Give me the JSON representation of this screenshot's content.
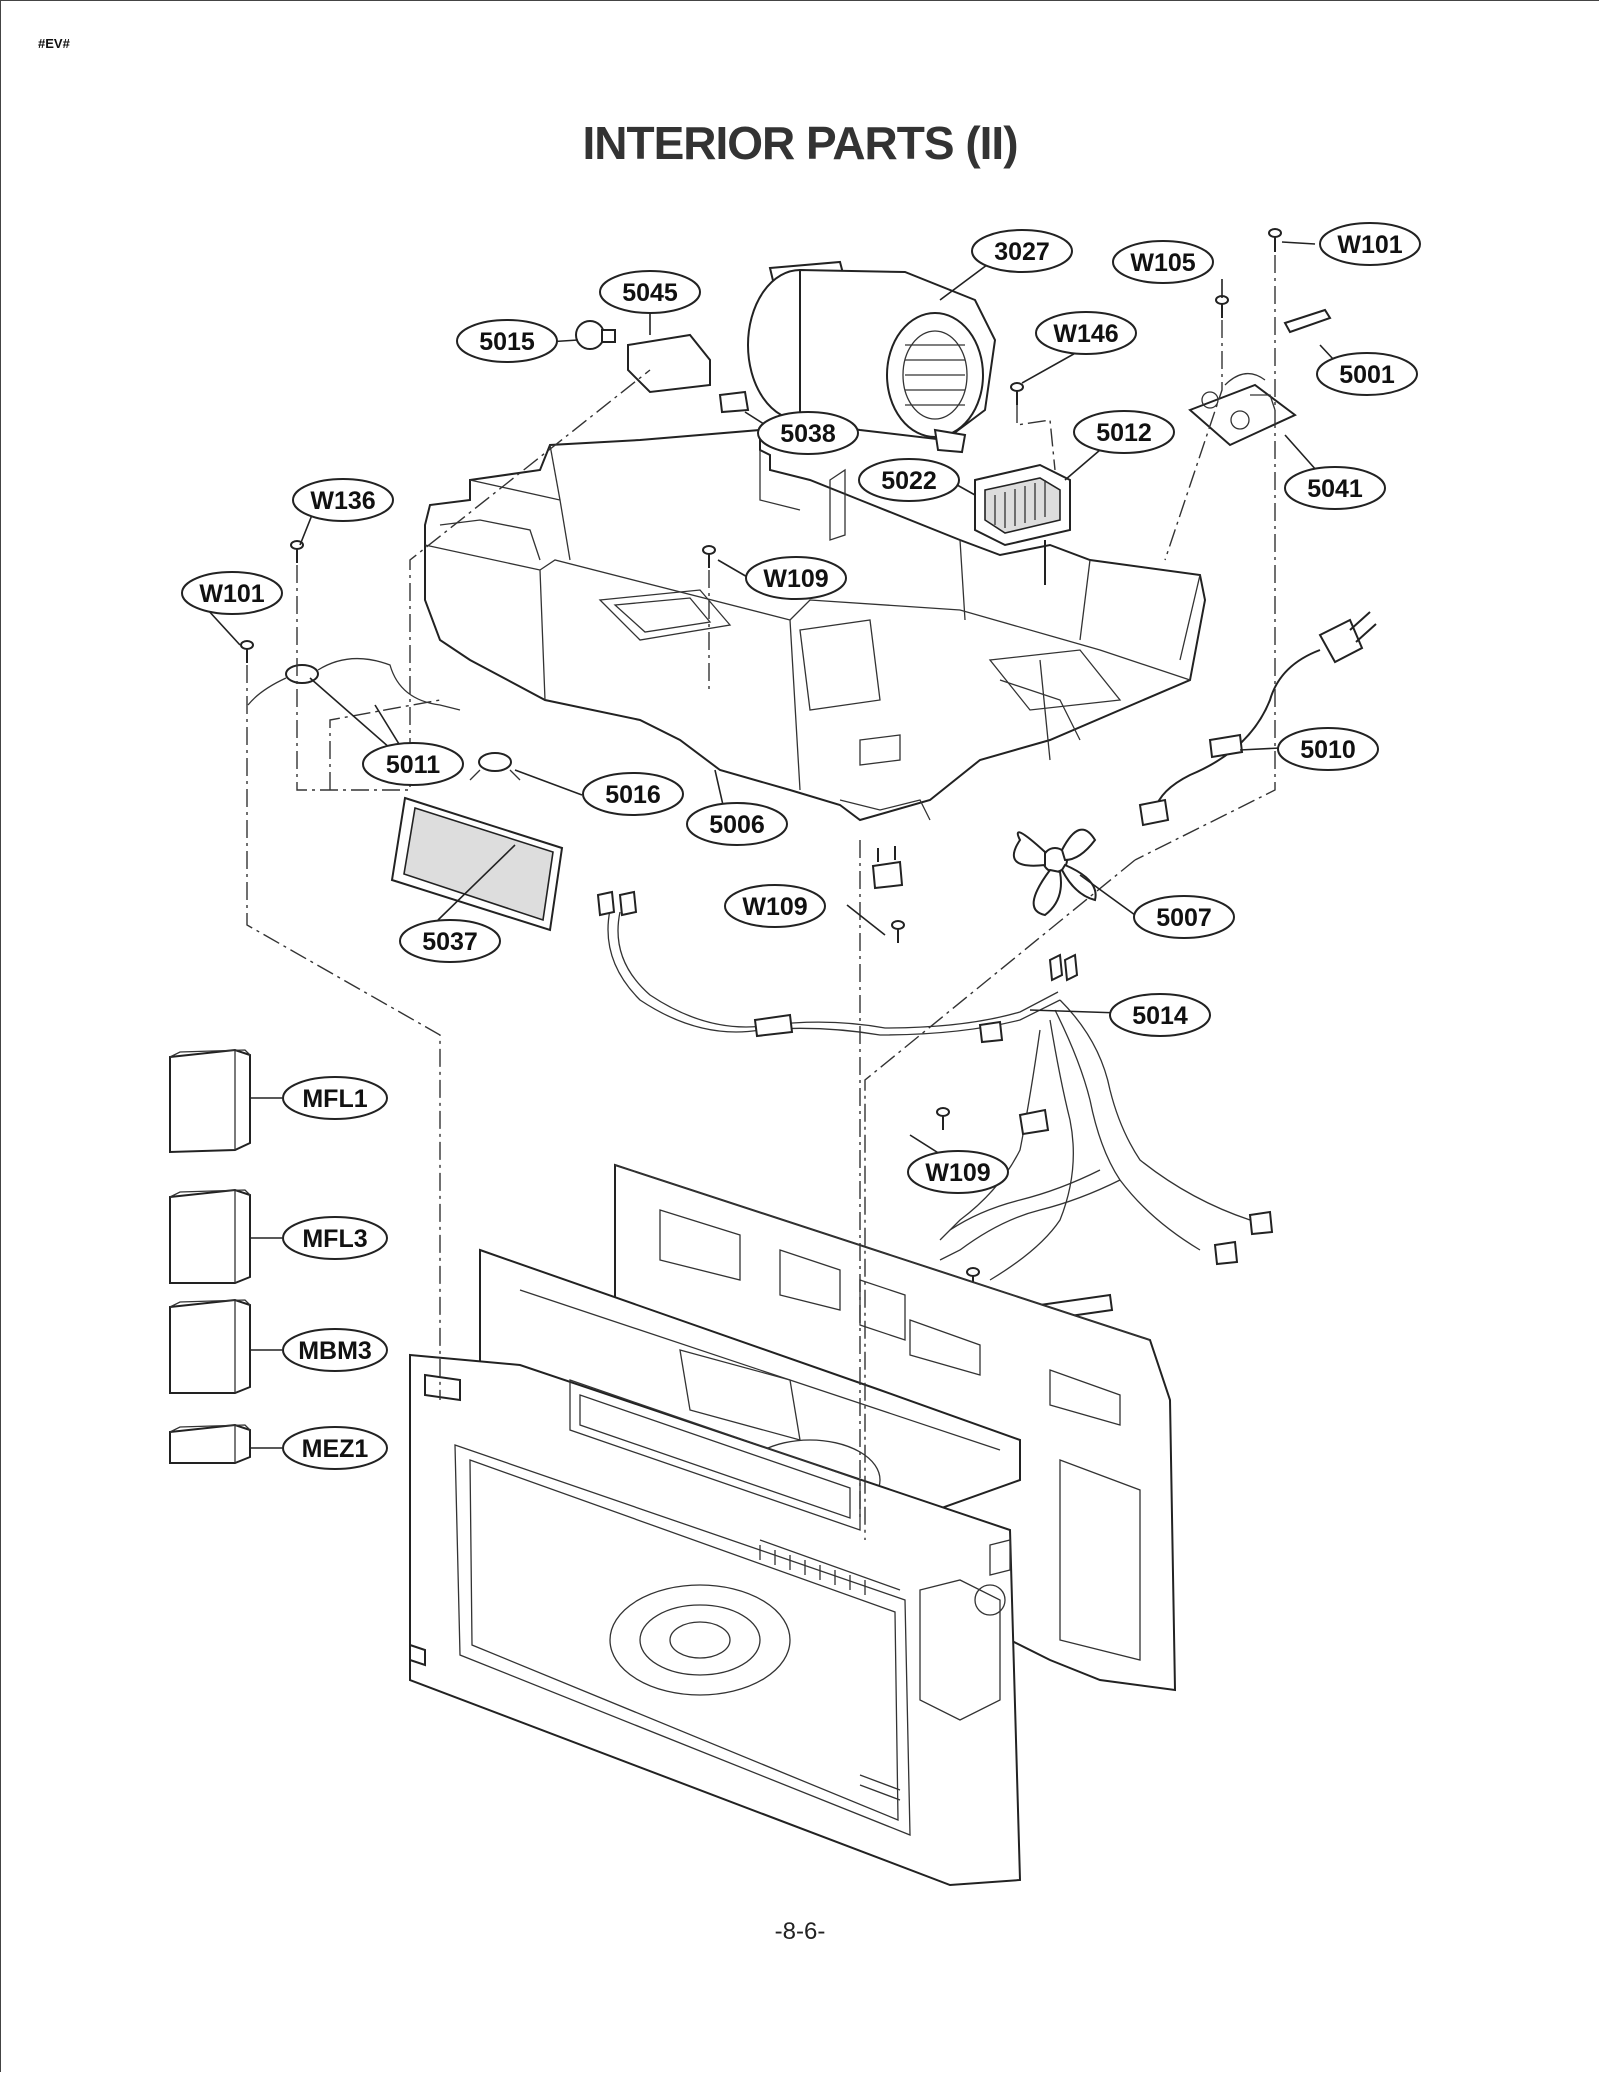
{
  "header": {
    "tag": "#EV#"
  },
  "title": "INTERIOR PARTS (II)",
  "footer": {
    "page": "-8-6-"
  },
  "callouts": {
    "c3027": "3027",
    "c5045": "5045",
    "c5015": "5015",
    "cW105": "W105",
    "cW101_top": "W101",
    "cW146": "W146",
    "c5001": "5001",
    "c5038": "5038",
    "c5012": "5012",
    "c5022": "5022",
    "c5041": "5041",
    "cW136": "W136",
    "cW109_a": "W109",
    "cW101_left": "W101",
    "c5010": "5010",
    "c5011": "5011",
    "c5016": "5016",
    "c5006": "5006",
    "cW109_b": "W109",
    "c5007": "5007",
    "c5037": "5037",
    "c5014": "5014",
    "cMFL1": "MFL1",
    "cW109_c": "W109",
    "cMFL3": "MFL3",
    "cMBM3": "MBM3",
    "cMEZ1": "MEZ1"
  }
}
